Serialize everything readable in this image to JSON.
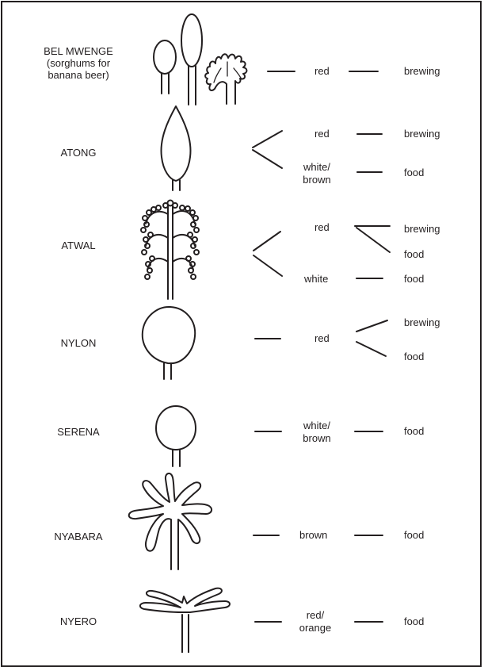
{
  "varieties": [
    {
      "name": "BEL MWENGE",
      "note": "(sorghums for banana beer)",
      "outcomes": [
        {
          "color": "red",
          "uses": [
            "brewing"
          ]
        }
      ]
    },
    {
      "name": "ATONG",
      "outcomes": [
        {
          "color": "red",
          "uses": [
            "brewing"
          ]
        },
        {
          "color": "white/ brown",
          "uses": [
            "food"
          ]
        }
      ]
    },
    {
      "name": "ATWAL",
      "outcomes": [
        {
          "color": "red",
          "uses": [
            "brewing",
            "food"
          ]
        },
        {
          "color": "white",
          "uses": [
            "food"
          ]
        }
      ]
    },
    {
      "name": "NYLON",
      "outcomes": [
        {
          "color": "red",
          "uses": [
            "brewing",
            "food"
          ]
        }
      ]
    },
    {
      "name": "SERENA",
      "outcomes": [
        {
          "color": "white/ brown",
          "uses": [
            "food"
          ]
        }
      ]
    },
    {
      "name": "NYABARA",
      "outcomes": [
        {
          "color": "brown",
          "uses": [
            "food"
          ]
        }
      ]
    },
    {
      "name": "NYERO",
      "outcomes": [
        {
          "color": "red/ orange",
          "uses": [
            "food"
          ]
        }
      ]
    }
  ],
  "labels": {
    "bel_note_line1": "(sorghums for",
    "bel_note_line2": "banana beer)",
    "white_brown_1": "white/",
    "white_brown_2": "brown",
    "red_orange_1": "red/",
    "red_orange_2": "orange"
  }
}
